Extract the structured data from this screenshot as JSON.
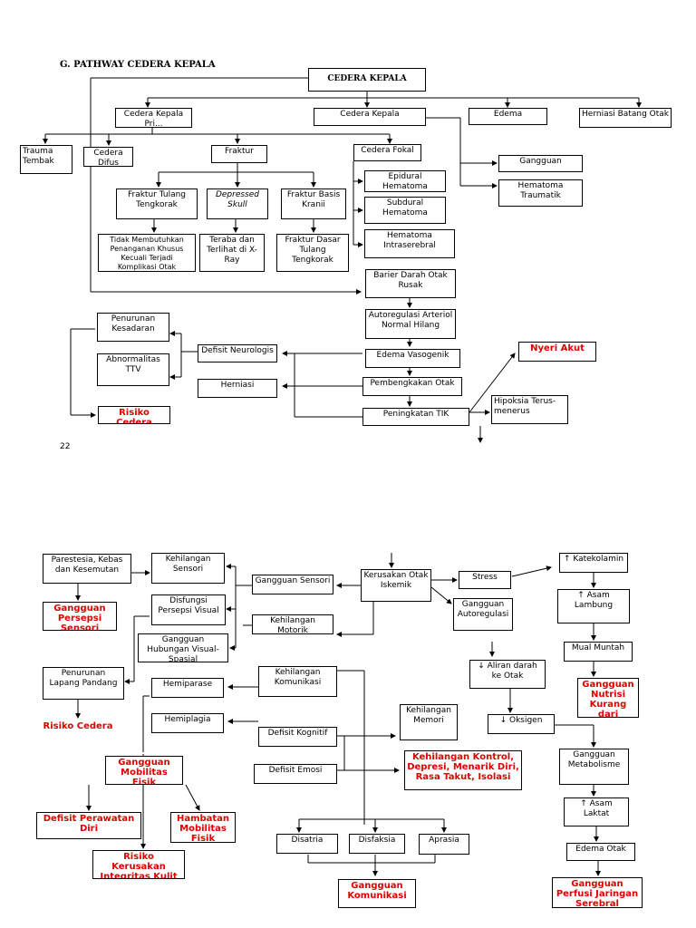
{
  "title": "G. PATHWAY CEDERA KEPALA",
  "page_number": "22",
  "nodes": {
    "cedera_kepala": "CEDERA KEPALA",
    "cedera_kepala_pri": "Cedera Kepala Pri...",
    "cedera_kepala_sek": "Cedera Kepala",
    "edema_top": "Edema",
    "herniasi_batang": "Herniasi Batang Otak",
    "trauma_tembak": "Trauma Tembak",
    "cedera_difus": "Cedera Difus",
    "fraktur": "Fraktur",
    "cedera_fokal": "Cedera Fokal",
    "gangguan_top": "Gangguan",
    "hematoma_traumatik": "Hematoma Traumatik",
    "fraktur_tulang": "Fraktur Tulang Tengkorak",
    "depressed_skull": "Depressed Skull",
    "fraktur_basis": "Fraktur Basis Kranii",
    "epidural": "Epidural Hematoma",
    "subdural": "Subdural Hematoma",
    "intraserebral": "Hematoma Intraserebral",
    "tidak_membutuhkan": "Tidak Membutuhkan Penanganan Khusus Kecuali Terjadi Komplikasi Otak",
    "teraba": "Teraba dan Terlihat di X-Ray",
    "fraktur_dasar": "Fraktur Dasar Tulang Tengkorak",
    "barier": "Barier Darah Otak Rusak",
    "autoregulasi_normal": "Autoregulasi Arteriol Normal Hilang",
    "penurunan_kesadaran": "Penurunan Kesadaran",
    "abnormalitas_ttv": "Abnormalitas TTV",
    "defisit_top": "Defisit Neurologis",
    "edema_vasogenik": "Edema Vasogenik",
    "nyeri_akut": "Nyeri Akut",
    "herniasi": "Herniasi",
    "pembengkakan": "Pembengkakan Otak",
    "risiko_top": "Risiko Cedera",
    "peningkatan_tik": "Peningkatan TIK",
    "hipoksia": "Hipoksia Terus-menerus",
    "parestesia": "Parestesia, Kebas dan Kesemutan",
    "kehilangan_sensori": "Kehilangan Sensori",
    "gangguan_sensori": "Gangguan Sensori",
    "kerusakan_iskemik": "Kerusakan Otak Iskemik",
    "stress": "Stress",
    "katekolamin": "↑ Katekolamin",
    "gangguan_persepsi": "Gangguan Persepsi Sensori",
    "disfungsi_persepsi": "Disfungsi Persepsi Visual",
    "kehilangan_motorik": "Kehilangan Motorik",
    "gangguan_autoregulasi": "Gangguan Autoregulasi",
    "asam_lambung": "↑ Asam Lambung",
    "gangguan_hubungan": "Gangguan Hubungan Visual-Spasial",
    "mual_muntah": "Mual Muntah",
    "aliran_darah": "↓ Aliran darah ke Otak",
    "penurunan_lapang": "Penurunan Lapang Pandang",
    "kehilangan_komunikasi": "Kehilangan Komunikasi",
    "gangguan_nutrisi": "Gangguan Nutrisi Kurang dari Kebutuhan",
    "hemiparase": "Hemiparase",
    "kehilangan_memori": "Kehilangan Memori",
    "hemiplagia": "Hemiplagia",
    "oksigen": "↓ Oksigen",
    "risiko_cedera": "Risiko Cedera",
    "defisit_kognitif": "Defisit Kognitif",
    "kehilangan_kontrol": "Kehilangan Kontrol, Depresi, Menarik Diri, Rasa Takut, Isolasi",
    "gangguan_metabolisme": "Gangguan Metabolisme",
    "gangguan_mobilitas": "Gangguan Mobilitas Fisik",
    "defisit_emosi": "Defisit Emosi",
    "asam_laktat": "↑ Asam Laktat",
    "defisit_perawatan": "Defisit Perawatan Diri",
    "hambatan_mobilitas": "Hambatan Mobilitas Fisik",
    "disatria": "Disatria",
    "disfaksia": "Disfaksia",
    "aprasia": "Aprasia",
    "edema_otak": "Edema Otak",
    "risiko_kerusakan": "Risiko Kerusakan Integritas Kulit",
    "gangguan_perfusi": "Gangguan Perfusi Jaringan Serebral",
    "gangguan_komunikasi": "Gangguan Komunikasi"
  }
}
